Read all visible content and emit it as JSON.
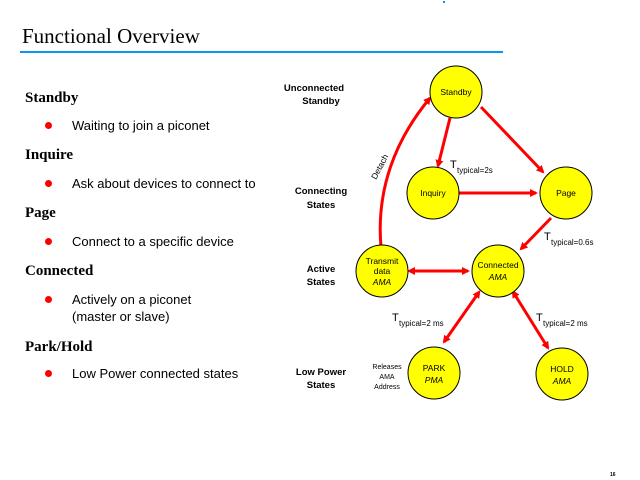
{
  "slide": {
    "title": "Functional Overview",
    "page_number": "16"
  },
  "sections": [
    {
      "heading": "Standby",
      "bullets": [
        "Waiting to join a piconet"
      ]
    },
    {
      "heading": "Inquire",
      "bullets": [
        "Ask about devices to connect to"
      ]
    },
    {
      "heading": "Page",
      "bullets": [
        "Connect to a specific device"
      ]
    },
    {
      "heading": "Connected",
      "bullets": [
        "Actively on a piconet",
        "(master or slave)"
      ]
    },
    {
      "heading": "Park/Hold",
      "bullets": [
        "Low Power connected states"
      ]
    }
  ],
  "diagram": {
    "row_labels": [
      {
        "line1": "Unconnected",
        "line2": "Standby"
      },
      {
        "line1": "Connecting",
        "line2": "States"
      },
      {
        "line1": "Active",
        "line2": "States"
      },
      {
        "line1": "Low Power",
        "line2": "States"
      }
    ],
    "nodes": {
      "standby": {
        "line1": "Standby"
      },
      "inquiry": {
        "line1": "Inquiry"
      },
      "page": {
        "line1": "Page"
      },
      "transmit": {
        "line1": "Transmit",
        "line2": "data",
        "line3": "AMA"
      },
      "connected": {
        "line1": "Connected",
        "line2": "AMA"
      },
      "park": {
        "line1": "PARK",
        "line2": "PMA"
      },
      "hold": {
        "line1": "HOLD",
        "line2": "AMA"
      }
    },
    "labels": {
      "detach": "Detach",
      "t_inquiry": {
        "main": "T",
        "sub": "typical=2s"
      },
      "t_page": {
        "main": "T",
        "sub": "typical=0.6s"
      },
      "t_park": {
        "main": "T",
        "sub": "typical=2 ms"
      },
      "t_hold": {
        "main": "T",
        "sub": "typical=2 ms"
      },
      "releases": [
        "Releases",
        "AMA",
        "Address"
      ]
    },
    "colors": {
      "node_fill": "#ffff00",
      "arrow": "#ff0000",
      "accent_rule": "#0a96f0",
      "bullet": "#ff0000"
    }
  }
}
